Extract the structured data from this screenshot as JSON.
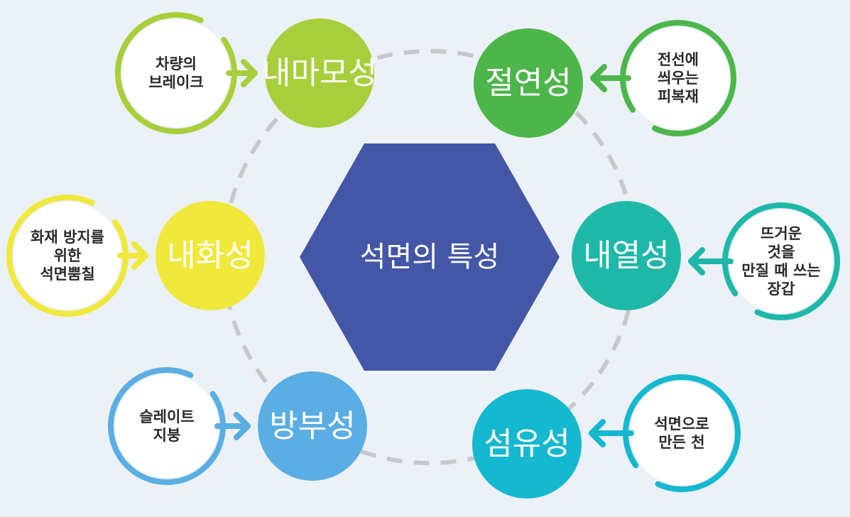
{
  "center": {
    "label": "석면의 특성",
    "color": "#4456a6"
  },
  "properties": [
    {
      "id": "wear",
      "label": "내마모성",
      "color": "#a7cf3b",
      "example_lines": [
        "차량의",
        "브레이크"
      ]
    },
    {
      "id": "insulation",
      "label": "절연성",
      "color": "#4cb64a",
      "example_lines": [
        "전선에",
        "씌우는",
        "피복재"
      ]
    },
    {
      "id": "heat",
      "label": "내열성",
      "color": "#1fb8a8",
      "example_lines": [
        "뜨거운",
        "것을",
        "만질 때 쓰는",
        "장갑"
      ]
    },
    {
      "id": "fiber",
      "label": "섬유성",
      "color": "#14b8cf",
      "example_lines": [
        "석면으로",
        "만든 천"
      ]
    },
    {
      "id": "corrosion",
      "label": "방부성",
      "color": "#5aaee3",
      "example_lines": [
        "슬레이트",
        "지붕"
      ]
    },
    {
      "id": "fire",
      "label": "내화성",
      "color": "#f0e83a",
      "example_lines": [
        "화재 방지를",
        "위한",
        "석면뿜칠"
      ]
    }
  ],
  "colors": {
    "background": "#ebf1f6",
    "ring": "#c6c9cc",
    "example_circle": "#ffffff"
  }
}
